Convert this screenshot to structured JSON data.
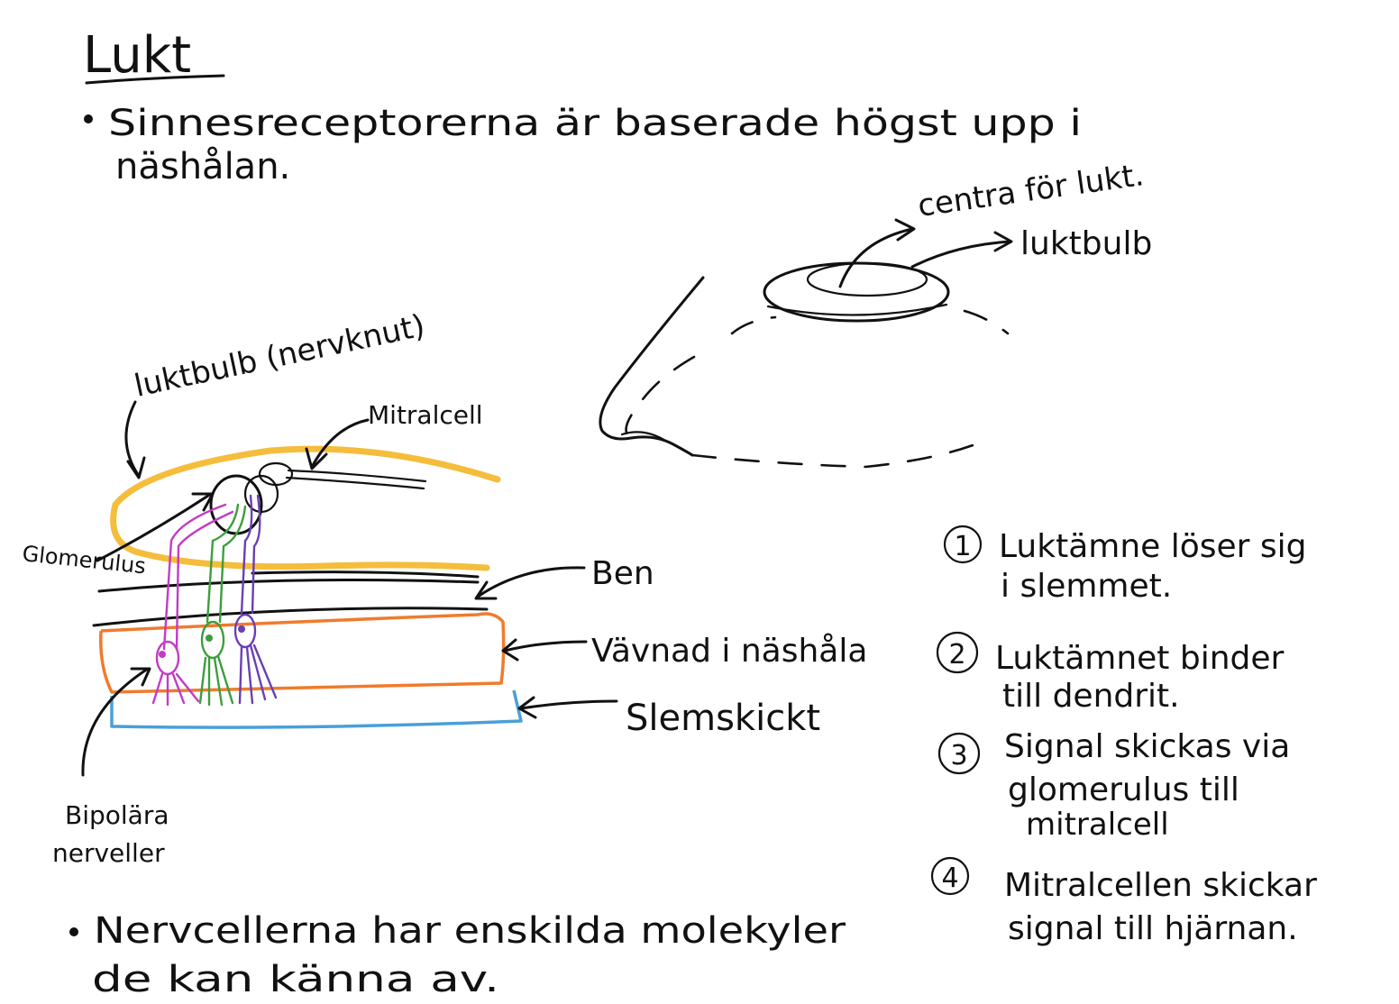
{
  "title": "Lukt",
  "bullets": [
    {
      "line1": "Sinnesreceptorerna är baserade högst upp i",
      "line2": "näshålan."
    },
    {
      "line1": "Nervcellerna har enskilda molekyler",
      "line2": "de kan känna av."
    }
  ],
  "head_sketch": {
    "label_centra": "centra för lukt.",
    "label_bulb": "luktbulb"
  },
  "cross_section": {
    "label_bulb": "luktbulb (nervknut)",
    "label_mitral": "Mitralcell",
    "label_glomerulus": "Glomerulus",
    "label_ben": "Ben",
    "label_tissue": "Vävnad i näshåla",
    "label_mucus": "Slemskickt",
    "label_bipolar_1": "Bipolära",
    "label_bipolar_2": "nerveller"
  },
  "steps": [
    {
      "num": "1",
      "line1": "Luktämne löser sig",
      "line2": "i slemmet."
    },
    {
      "num": "2",
      "line1": "Luktämnet binder",
      "line2": "till dendrit."
    },
    {
      "num": "3",
      "line1": "Signal skickas via",
      "line2": "glomerulus till",
      "line3": "mitralcell"
    },
    {
      "num": "4",
      "line1": "Mitralcellen skickar",
      "line2": "signal till hjärnan."
    }
  ],
  "colors": {
    "bulb": "#f5bd3c",
    "tissue": "#f07b2c",
    "mucus": "#4a9fd8",
    "neuron_magenta": "#c23cc4",
    "neuron_green": "#3d9e3d",
    "neuron_purple": "#6a3fb5",
    "ink": "#111111"
  }
}
